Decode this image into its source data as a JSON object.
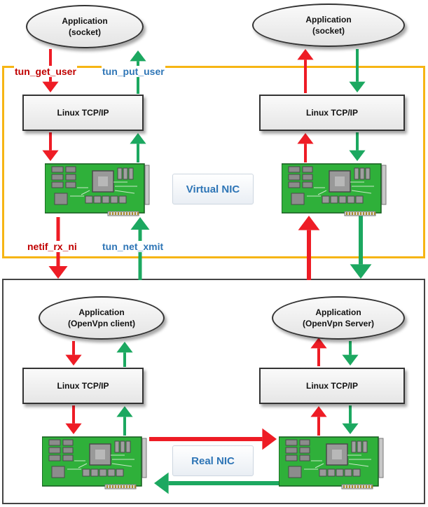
{
  "colors": {
    "down_arrow": "#ee1c25",
    "up_arrow": "#1ca860",
    "virtual_frame": "#f6b514",
    "real_frame": "#444444",
    "label_red": "#c00000",
    "label_blue": "#2e75b6",
    "panel_text": "#2e75b6",
    "card_green": "#2fb03a"
  },
  "top_left": {
    "app_line1": "Application",
    "app_line2": "(socket)",
    "stack_label": "Linux TCP/IP"
  },
  "top_right": {
    "app_line1": "Application",
    "app_line2": "(socket)",
    "stack_label": "Linux TCP/IP"
  },
  "bottom_left": {
    "app_line1": "Application",
    "app_line2": "(OpenVpn client)",
    "stack_label": "Linux TCP/IP"
  },
  "bottom_right": {
    "app_line1": "Application",
    "app_line2": "(OpenVpn Server)",
    "stack_label": "Linux TCP/IP"
  },
  "virtual_nic_label": "Virtual NIC",
  "real_nic_label": "Real NIC",
  "functions": {
    "tun_get_user": "tun_get_user",
    "tun_put_user": "tun_put_user",
    "netif_rx_ni": "netif_rx_ni",
    "tun_net_xmit": "tun_net_xmit"
  },
  "icons": {
    "nic_card": "network-interface-card-icon"
  }
}
